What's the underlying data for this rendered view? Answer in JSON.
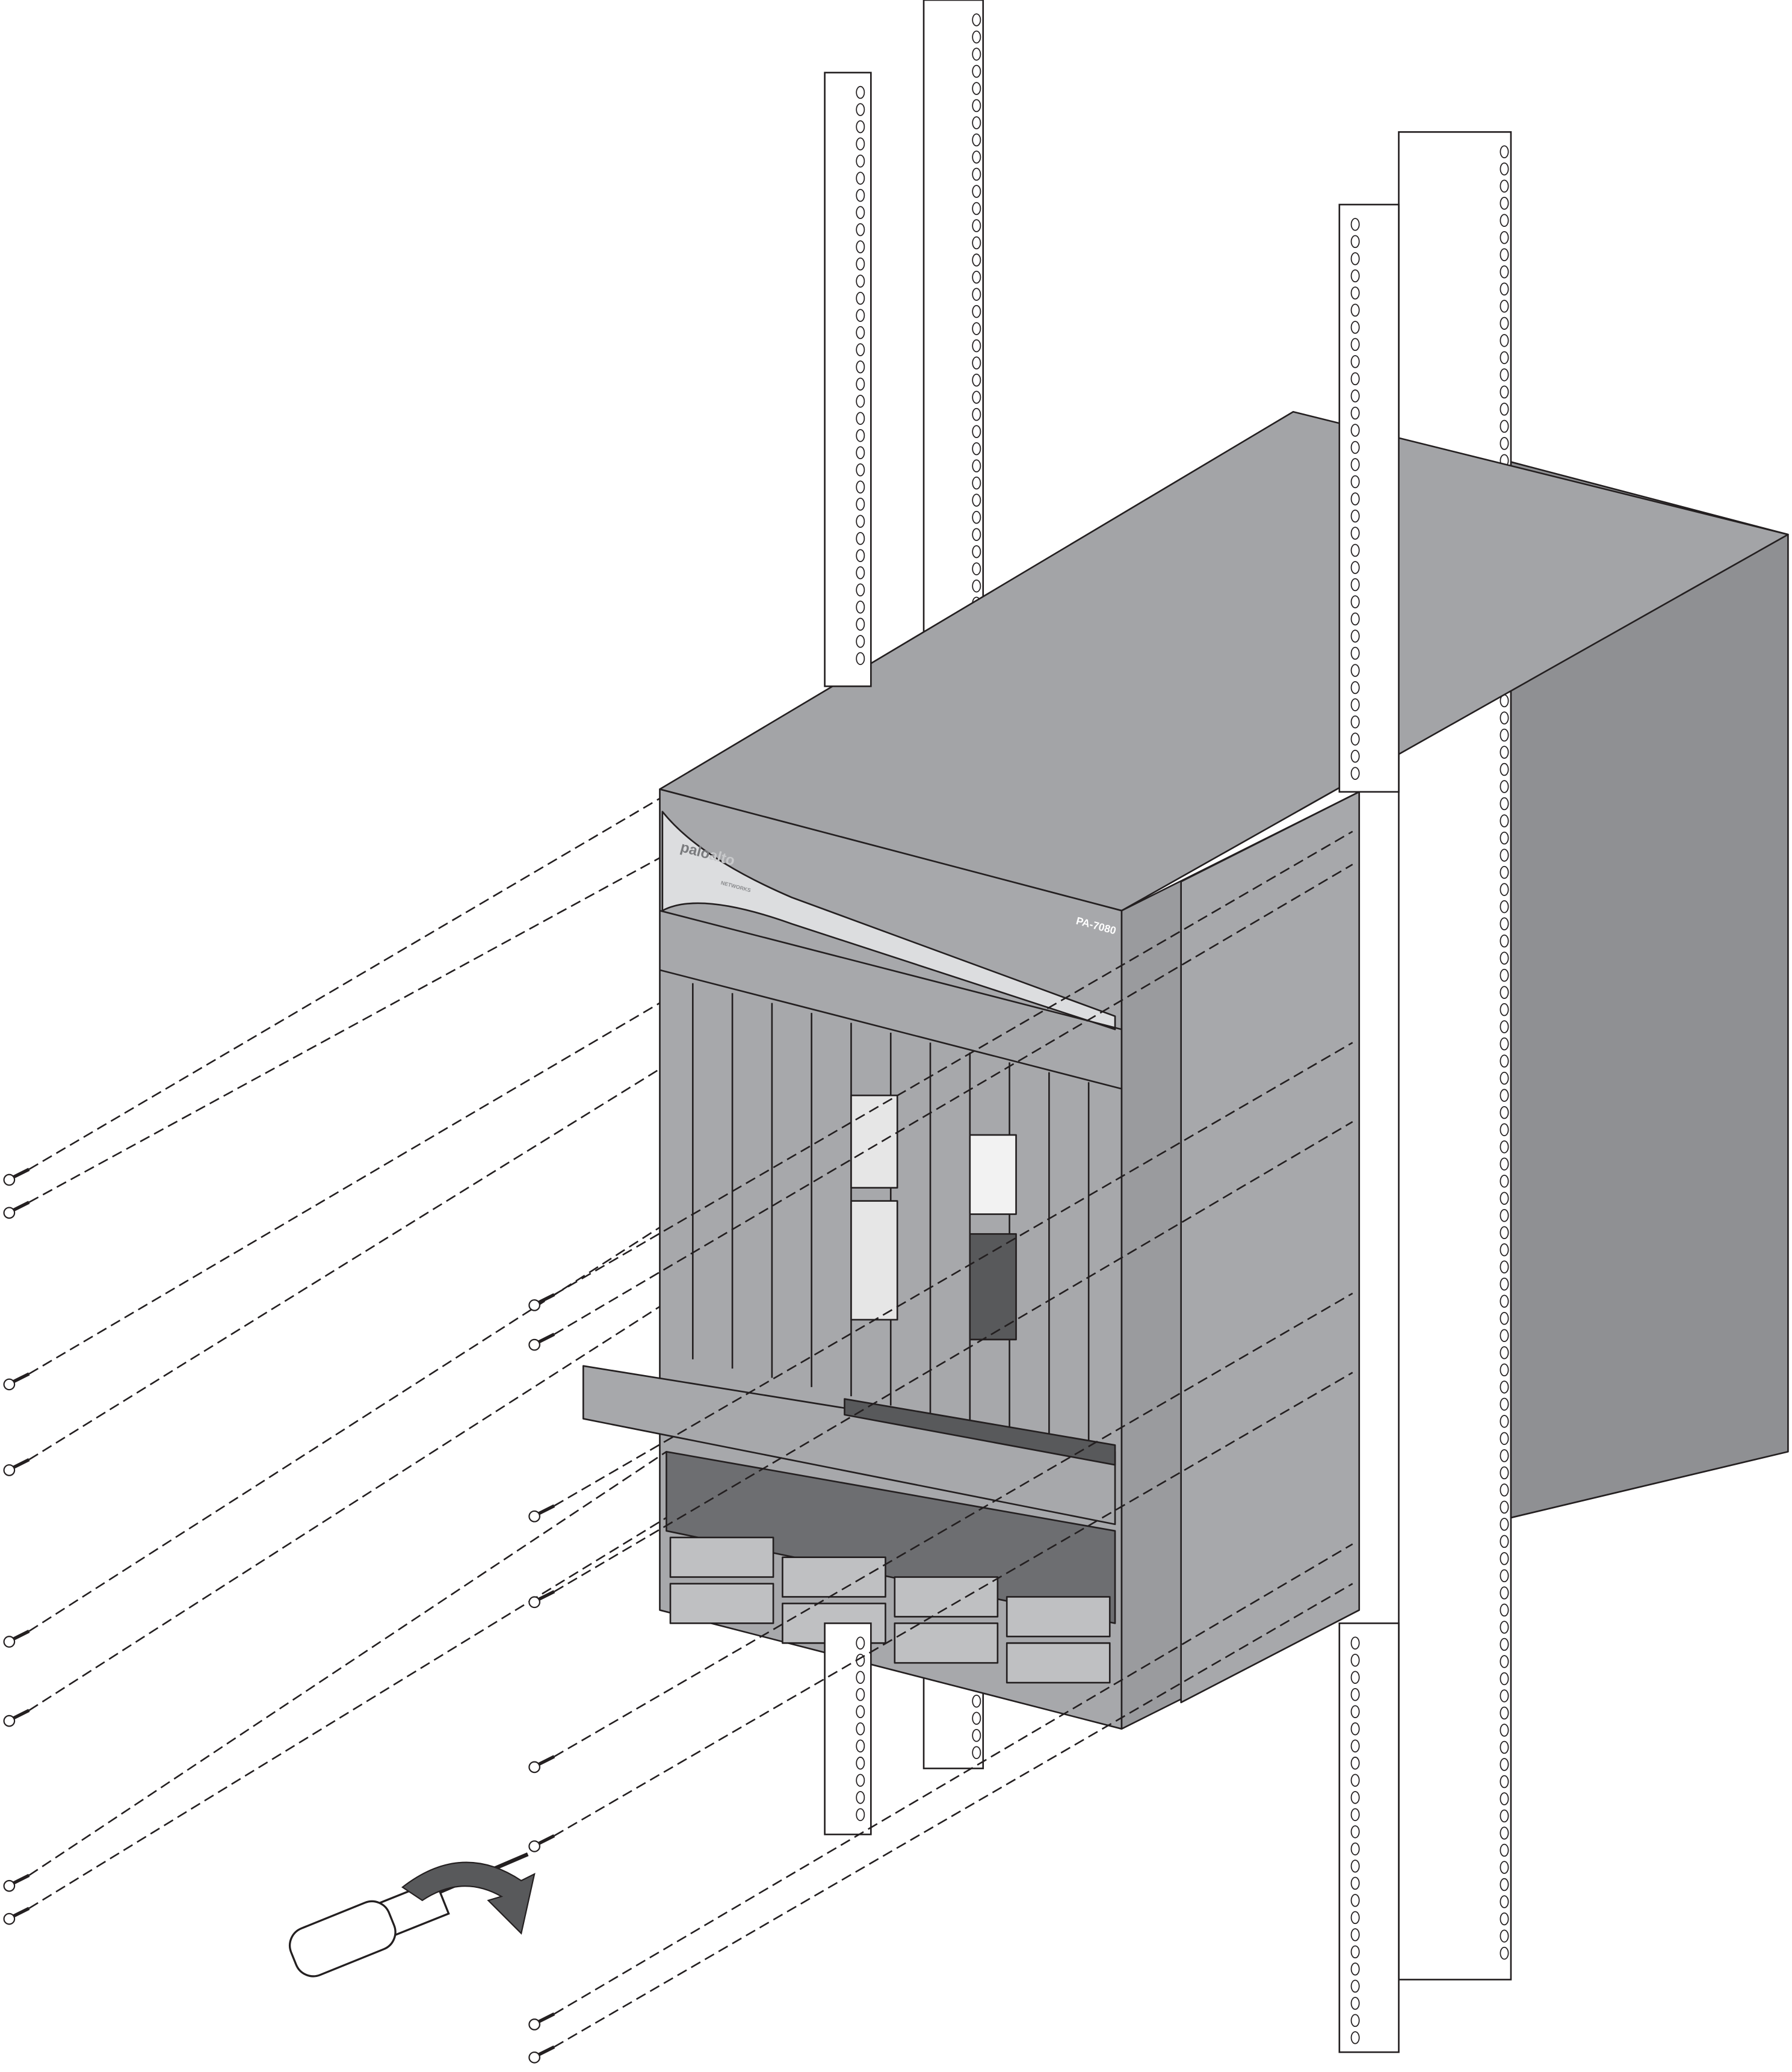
{
  "figure": {
    "logo": {
      "brand_a": "palo",
      "brand_b": "alto",
      "sub": "NETWORKS"
    },
    "model_label": "PA-7080"
  },
  "colors": {
    "chassis_front": "#a7a8ab",
    "chassis_top": "#a3a4a7",
    "chassis_side": "#8f9093",
    "rail": "#ffffff",
    "line": "#231f20",
    "dark_panel": "#58595b"
  }
}
